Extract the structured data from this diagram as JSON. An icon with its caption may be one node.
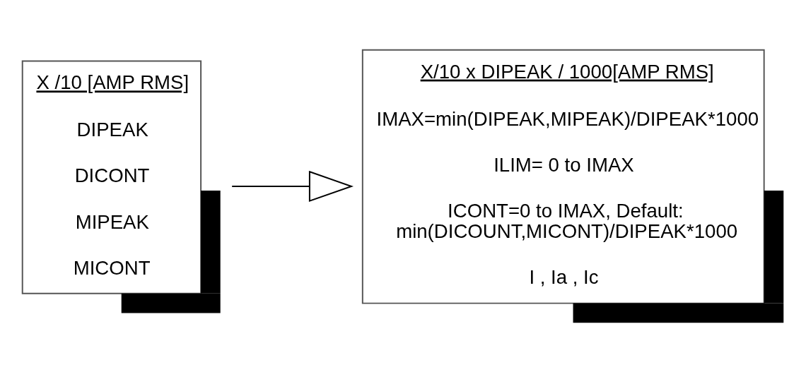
{
  "diagram": {
    "nodes": [
      {
        "text": [
          "X /10 [AMP RMS]",
          "DIPEAK",
          "DICONT",
          "MIPEAK",
          "MICONT"
        ]
      },
      {
        "text": [
          "X/10 x DIPEAK / 1000[AMP RMS]",
          "IMAX=min(DIPEAK,MIPEAK)/DIPEAK*1000",
          "ILIM= 0 to IMAX",
          "ICONT=0 to IMAX, Default: min(DICOUNT,MICONT)/DIPEAK*1000",
          "I , Ia , Ic"
        ]
      }
    ],
    "edges": [
      {
        "from": 0,
        "to": 1,
        "arrow": "to"
      }
    ]
  }
}
